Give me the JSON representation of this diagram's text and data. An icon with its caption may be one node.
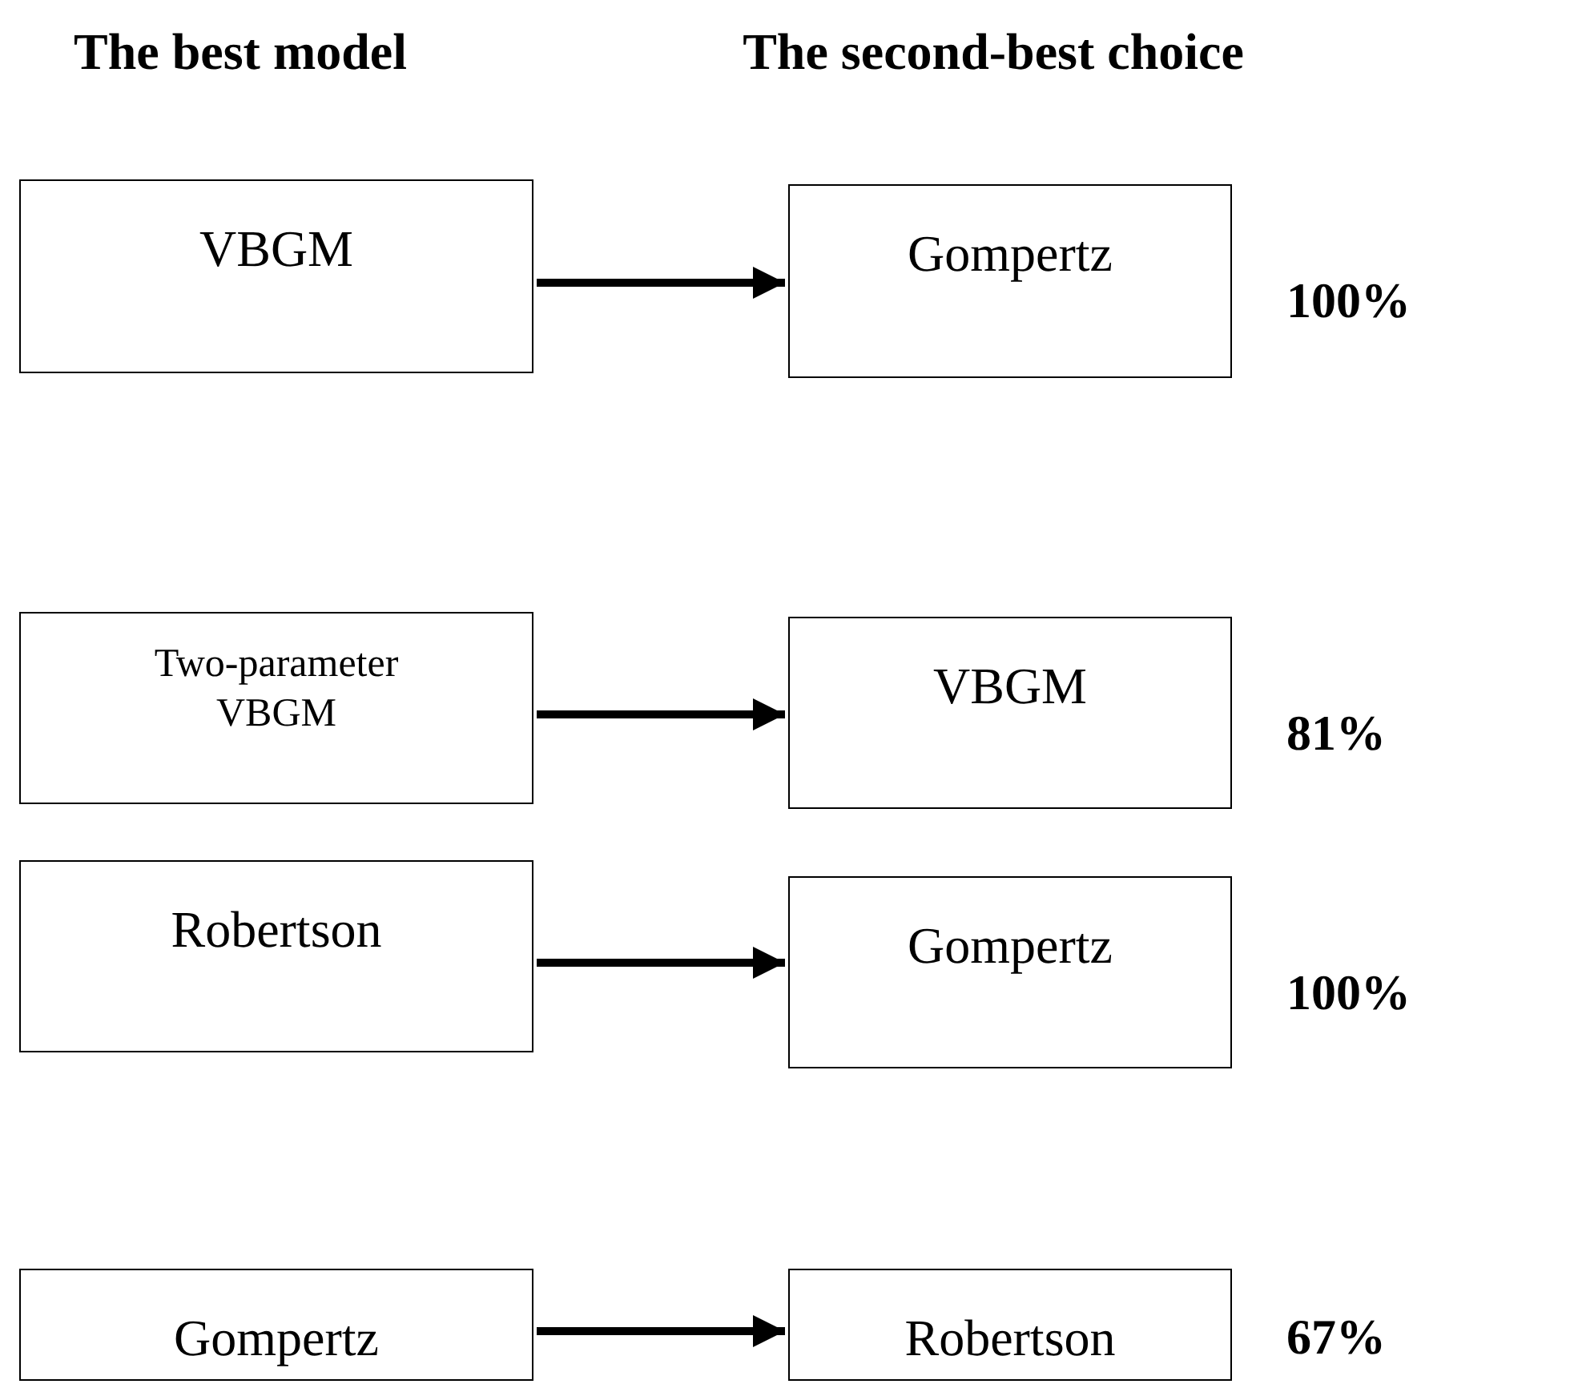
{
  "diagram": {
    "nodes": [
      {
        "text": [
          "VBGM"
        ]
      },
      {
        "text": [
          "Gompertz"
        ],
        "beside": [
          "100%"
        ]
      },
      {
        "text": [
          "Two-parameter VBGM"
        ]
      },
      {
        "text": [
          "VBGM"
        ],
        "beside": [
          "81%"
        ]
      },
      {
        "text": [
          "Robertson"
        ]
      },
      {
        "text": [
          "Gompertz"
        ],
        "beside": [
          "100%"
        ]
      },
      {
        "text": [
          "Gompertz"
        ]
      },
      {
        "text": [
          "Robertson"
        ],
        "beside": [
          "67%"
        ]
      }
    ],
    "edges": [
      {
        "from": 0,
        "to": 1,
        "arrow": "to"
      },
      {
        "from": 2,
        "to": 3,
        "arrow": "to"
      },
      {
        "from": 4,
        "to": 5,
        "arrow": "to"
      },
      {
        "from": 6,
        "to": 7,
        "arrow": "to"
      }
    ],
    "labels": [
      "The best model",
      "The second-best choice"
    ]
  }
}
